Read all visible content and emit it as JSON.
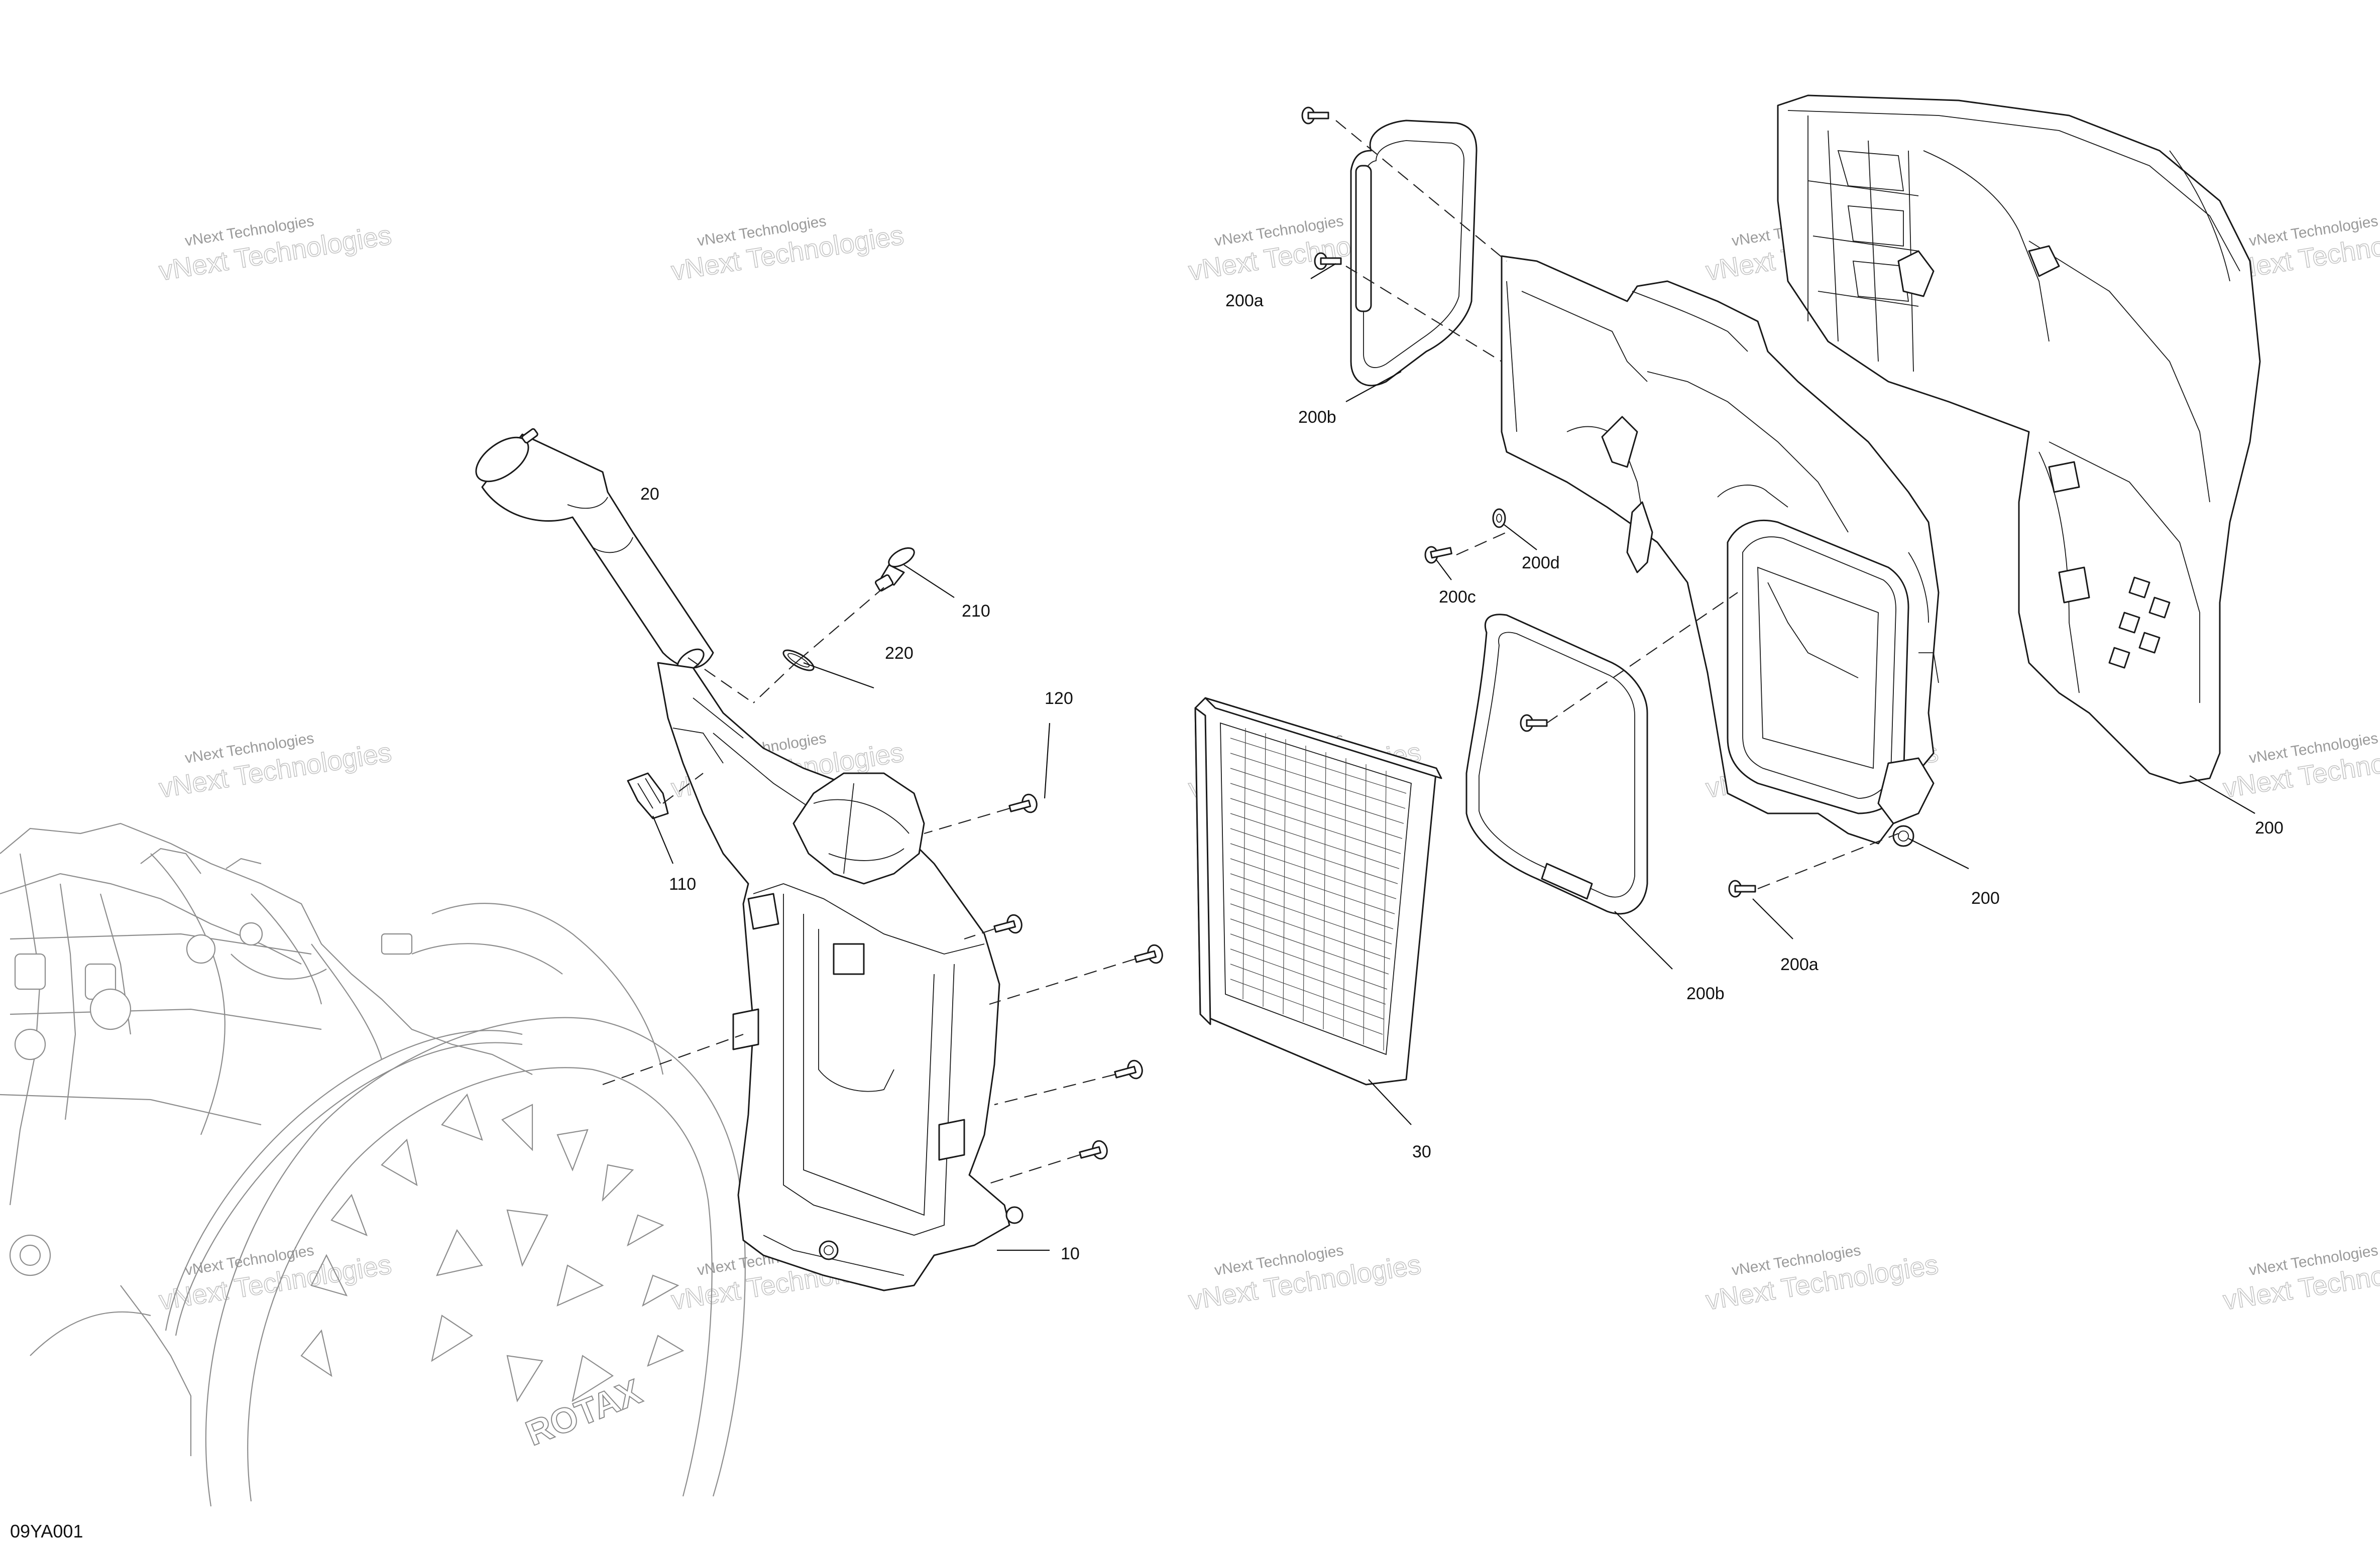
{
  "diagram": {
    "reference_code": "09YA001",
    "engine_brand_text": "ROTAX",
    "watermark": {
      "line1": "vNext Technologies",
      "line2": "vNext Technologies"
    },
    "callouts": [
      {
        "id": "c10",
        "label": "10"
      },
      {
        "id": "c20",
        "label": "20"
      },
      {
        "id": "c30",
        "label": "30"
      },
      {
        "id": "c110",
        "label": "110"
      },
      {
        "id": "c120",
        "label": "120"
      },
      {
        "id": "c200-cover",
        "label": "200"
      },
      {
        "id": "c200-housing",
        "label": "200"
      },
      {
        "id": "c200a-top",
        "label": "200a"
      },
      {
        "id": "c200a-bottom",
        "label": "200a"
      },
      {
        "id": "c200b-top",
        "label": "200b"
      },
      {
        "id": "c200b-bottom",
        "label": "200b"
      },
      {
        "id": "c200c",
        "label": "200c"
      },
      {
        "id": "c200d",
        "label": "200d"
      },
      {
        "id": "c210",
        "label": "210"
      },
      {
        "id": "c220",
        "label": "220"
      }
    ]
  }
}
